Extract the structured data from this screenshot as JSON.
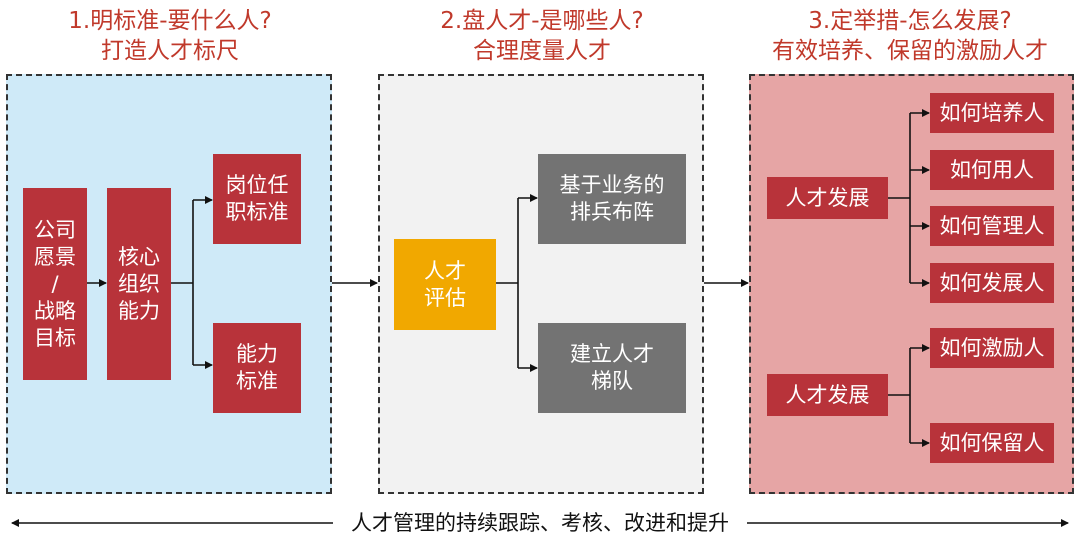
{
  "sections": [
    {
      "title_line1": "1.明标准-要什么人?",
      "title_line2": "打造人才标尺"
    },
    {
      "title_line1": "2.盘人才-是哪些人?",
      "title_line2": "合理度量人才"
    },
    {
      "title_line1": "3.定举措-怎么发展?",
      "title_line2": "有效培养、保留的激励人才"
    }
  ],
  "panel1": {
    "vision": "公司\n愿景\n/\n战略\n目标",
    "core": "核心\n组织\n能力",
    "job_std": "岗位任\n职标准",
    "ability_std": "能力\n标准"
  },
  "panel2": {
    "assess": "人才\n评估",
    "business": "基于业务的\n排兵布阵",
    "ladder": "建立人才\n梯队"
  },
  "panel3": {
    "dev_a": "人才发展",
    "dev_b": "人才发展",
    "items_a": [
      "如何培养人",
      "如何用人",
      "如何管理人",
      "如何发展人"
    ],
    "items_b": [
      "如何激励人",
      "如何保留人"
    ]
  },
  "footer": "人才管理的持续跟踪、考核、改进和提升",
  "colors": {
    "title": "#c0392b",
    "panel1_bg": "#cfeaf8",
    "panel2_bg": "#f2f2f2",
    "panel3_bg": "#e6a5a5",
    "red_box": "#b8333a",
    "gray_box": "#737373",
    "orange_box": "#f1a800"
  }
}
